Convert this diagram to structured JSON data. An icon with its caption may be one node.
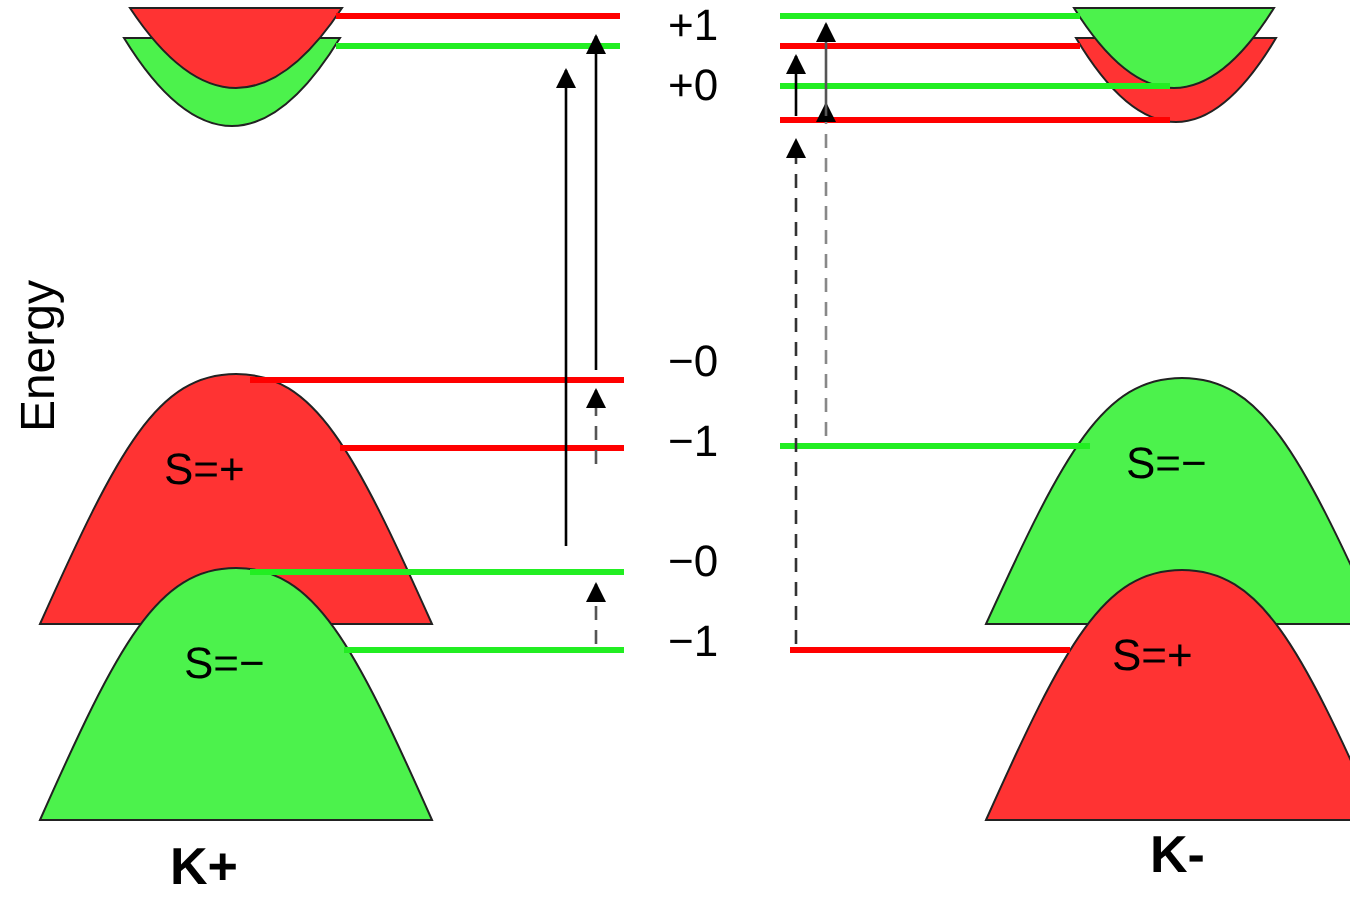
{
  "diagram": {
    "nodes": [
      {
        "text": [],
        "shape": "parabola"
      },
      {
        "text": [],
        "shape": "parabola"
      },
      {
        "text": [],
        "shape": "parabola"
      },
      {
        "text": [],
        "shape": "parabola"
      },
      {
        "text": [
          "S=+"
        ]
      },
      {
        "text": [
          "S=−"
        ]
      },
      {
        "text": [
          "S=−"
        ]
      },
      {
        "text": [
          "S=+"
        ]
      }
    ],
    "labels": [
      "+1",
      "+0",
      "Energy",
      "−0",
      "−1",
      "−0",
      "−1",
      "K+",
      "K-"
    ]
  }
}
